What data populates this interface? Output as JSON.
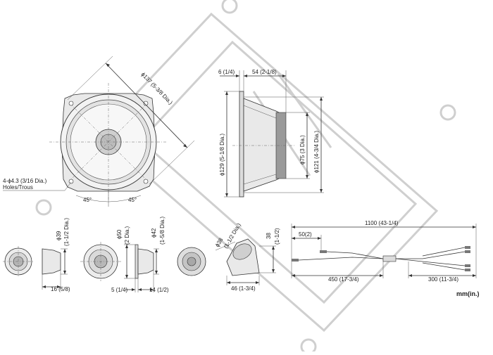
{
  "labels": {
    "front_diameter": "ϕ137 (5-3/8 Dia.)",
    "holes": "4-ϕ4.3 (3/16 Dia.)",
    "holes_fr": "Holes/Trous",
    "angle_left": "45°",
    "angle_right": "45°",
    "depth_flange": "6 (1/4)",
    "depth_total": "54 (2-1/8)",
    "side_outer": "ϕ129 (5-1/8 Dia.)",
    "side_magnet": "ϕ75 (3 Dia.)",
    "side_cutout": "ϕ121 (4-3/4 Dia.)",
    "tw1_dia": "ϕ39",
    "tw1_dia_in": "(1-1/2 Dia.)",
    "tw1_depth": "16 (5/8)",
    "tw2_dia": "ϕ50",
    "tw2_dia_in": "(2 Dia.)",
    "tw2_flange": "ϕ42",
    "tw2_flange_in": "(1-5/8 Dia.)",
    "tw2_depth1": "5 (1/4)",
    "tw2_depth2": "14 (1/2)",
    "tw3_dia": "ϕ38",
    "tw3_dia_in": "(1-1/2 Dia.)",
    "tw3_height": "38",
    "tw3_height_in": "(1-1/2)",
    "tw3_len": "46 (1-3/4)",
    "cable_total": "1100 (43-1/4)",
    "cable_end": "50(2)",
    "cable_mid": "450 (17-3/4)",
    "cable_branch": "300 (11-3/4)",
    "unit": "mm(in.)"
  }
}
